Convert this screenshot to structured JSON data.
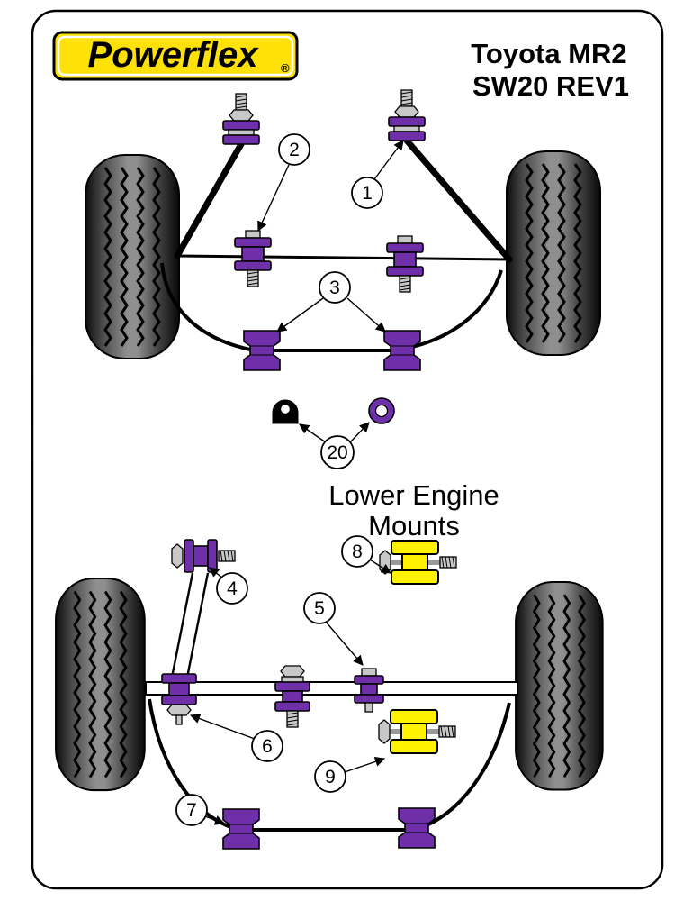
{
  "brand": {
    "logo_text": "Powerflex",
    "registered_mark": "®"
  },
  "header": {
    "title_line1": "Toyota MR2",
    "title_line2": "SW20 REV1"
  },
  "section_labels": {
    "lower_engine_mounts": [
      "Lower Engine",
      "Mounts"
    ]
  },
  "callouts": {
    "c1": "1",
    "c2": "2",
    "c3": "3",
    "c4": "4",
    "c5": "5",
    "c6": "6",
    "c7": "7",
    "c8": "8",
    "c9": "9",
    "c20": "20"
  },
  "colors": {
    "bushing_purple": "#6e2fa8",
    "mount_yellow": "#fff200",
    "logo_yellow": "#ffe10a",
    "hardware_gray": "#c8c8c8"
  }
}
